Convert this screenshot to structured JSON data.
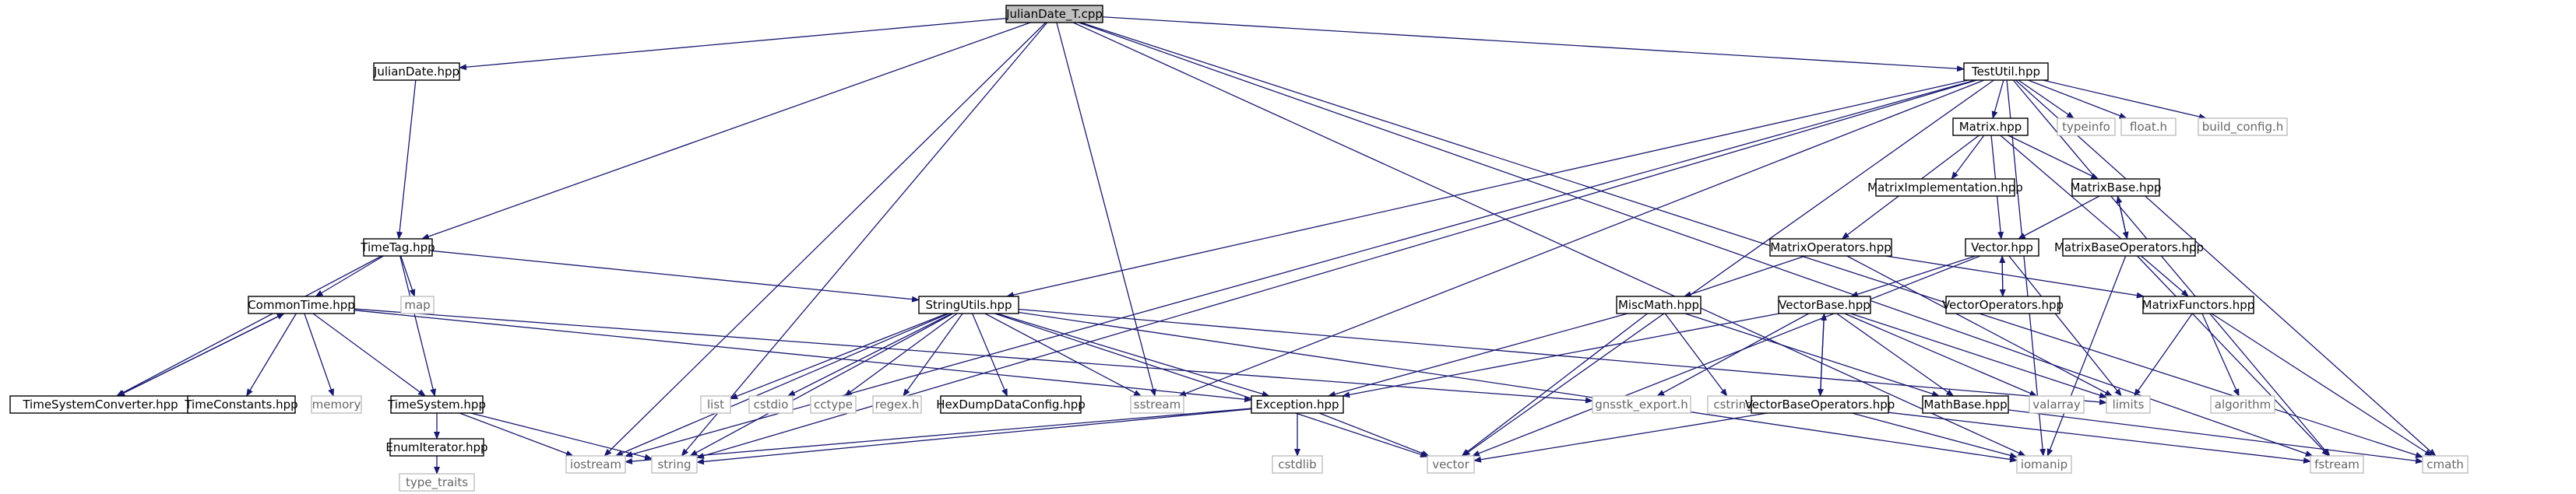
{
  "colors": {
    "edge": "#191970",
    "root_fill": "#bfbfbf",
    "project_border": "#000000",
    "system_border": "#bfbfbf",
    "system_text": "#666666"
  },
  "nodes": [
    {
      "id": "JulianDate_T",
      "label": "JulianDate_T.cpp",
      "kind": "root"
    },
    {
      "id": "JulianDate",
      "label": "JulianDate.hpp",
      "kind": "project"
    },
    {
      "id": "TestUtil",
      "label": "TestUtil.hpp",
      "kind": "project"
    },
    {
      "id": "typeinfo",
      "label": "typeinfo",
      "kind": "system"
    },
    {
      "id": "float_h",
      "label": "float.h",
      "kind": "system"
    },
    {
      "id": "build_config",
      "label": "build_config.h",
      "kind": "system"
    },
    {
      "id": "Matrix",
      "label": "Matrix.hpp",
      "kind": "project"
    },
    {
      "id": "MatrixImplementation",
      "label": "MatrixImplementation.hpp",
      "kind": "project"
    },
    {
      "id": "MatrixBase",
      "label": "MatrixBase.hpp",
      "kind": "project"
    },
    {
      "id": "TimeTag",
      "label": "TimeTag.hpp",
      "kind": "project"
    },
    {
      "id": "map",
      "label": "map",
      "kind": "system"
    },
    {
      "id": "MatrixOperators",
      "label": "MatrixOperators.hpp",
      "kind": "project"
    },
    {
      "id": "Vector",
      "label": "Vector.hpp",
      "kind": "project"
    },
    {
      "id": "MatrixBaseOperators",
      "label": "MatrixBaseOperators.hpp",
      "kind": "project"
    },
    {
      "id": "CommonTime",
      "label": "CommonTime.hpp",
      "kind": "project"
    },
    {
      "id": "StringUtils",
      "label": "StringUtils.hpp",
      "kind": "project"
    },
    {
      "id": "VectorOperators",
      "label": "VectorOperators.hpp",
      "kind": "project"
    },
    {
      "id": "MiscMath",
      "label": "MiscMath.hpp",
      "kind": "project"
    },
    {
      "id": "VectorBase",
      "label": "VectorBase.hpp",
      "kind": "project"
    },
    {
      "id": "MatrixFunctors",
      "label": "MatrixFunctors.hpp",
      "kind": "project"
    },
    {
      "id": "TimeSystemConverter",
      "label": "TimeSystemConverter.hpp",
      "kind": "project"
    },
    {
      "id": "TimeConstants",
      "label": "TimeConstants.hpp",
      "kind": "project"
    },
    {
      "id": "memory",
      "label": "memory",
      "kind": "system"
    },
    {
      "id": "TimeSystem",
      "label": "TimeSystem.hpp",
      "kind": "project"
    },
    {
      "id": "list",
      "label": "list",
      "kind": "system"
    },
    {
      "id": "cstdio",
      "label": "cstdio",
      "kind": "system"
    },
    {
      "id": "cctype",
      "label": "cctype",
      "kind": "system"
    },
    {
      "id": "regex_h",
      "label": "regex.h",
      "kind": "system"
    },
    {
      "id": "HexDumpDataConfig",
      "label": "HexDumpDataConfig.hpp",
      "kind": "project"
    },
    {
      "id": "sstream",
      "label": "sstream",
      "kind": "system"
    },
    {
      "id": "Exception",
      "label": "Exception.hpp",
      "kind": "project"
    },
    {
      "id": "gnsstk_export",
      "label": "gnsstk_export.h",
      "kind": "system"
    },
    {
      "id": "cstring",
      "label": "cstring",
      "kind": "system"
    },
    {
      "id": "VectorBaseOperators",
      "label": "VectorBaseOperators.hpp",
      "kind": "project"
    },
    {
      "id": "MathBase",
      "label": "MathBase.hpp",
      "kind": "project"
    },
    {
      "id": "valarray",
      "label": "valarray",
      "kind": "system"
    },
    {
      "id": "limits",
      "label": "limits",
      "kind": "system"
    },
    {
      "id": "algorithm",
      "label": "algorithm",
      "kind": "system"
    },
    {
      "id": "EnumIterator",
      "label": "EnumIterator.hpp",
      "kind": "project"
    },
    {
      "id": "iostream",
      "label": "iostream",
      "kind": "system"
    },
    {
      "id": "string",
      "label": "string",
      "kind": "system"
    },
    {
      "id": "cstdlib",
      "label": "cstdlib",
      "kind": "system"
    },
    {
      "id": "vector",
      "label": "vector",
      "kind": "system"
    },
    {
      "id": "iomanip",
      "label": "iomanip",
      "kind": "system"
    },
    {
      "id": "fstream",
      "label": "fstream",
      "kind": "system"
    },
    {
      "id": "cmath",
      "label": "cmath",
      "kind": "system"
    },
    {
      "id": "type_traits",
      "label": "type_traits",
      "kind": "system"
    }
  ],
  "edges": [
    [
      "JulianDate_T",
      "JulianDate"
    ],
    [
      "JulianDate_T",
      "TestUtil"
    ],
    [
      "JulianDate_T",
      "TimeTag"
    ],
    [
      "JulianDate_T",
      "iostream"
    ],
    [
      "JulianDate_T",
      "string"
    ],
    [
      "JulianDate_T",
      "sstream"
    ],
    [
      "JulianDate_T",
      "fstream"
    ],
    [
      "JulianDate_T",
      "cmath"
    ],
    [
      "JulianDate_T",
      "iomanip"
    ],
    [
      "JulianDate",
      "TimeTag"
    ],
    [
      "TestUtil",
      "typeinfo"
    ],
    [
      "TestUtil",
      "float_h"
    ],
    [
      "TestUtil",
      "build_config"
    ],
    [
      "TestUtil",
      "Matrix"
    ],
    [
      "TestUtil",
      "StringUtils"
    ],
    [
      "TestUtil",
      "sstream"
    ],
    [
      "TestUtil",
      "iostream"
    ],
    [
      "TestUtil",
      "string"
    ],
    [
      "TestUtil",
      "vector"
    ],
    [
      "TestUtil",
      "fstream"
    ],
    [
      "TestUtil",
      "cmath"
    ],
    [
      "TestUtil",
      "iomanip"
    ],
    [
      "Matrix",
      "MatrixImplementation"
    ],
    [
      "Matrix",
      "MatrixBase"
    ],
    [
      "Matrix",
      "MatrixOperators"
    ],
    [
      "Matrix",
      "Vector"
    ],
    [
      "Matrix",
      "MatrixFunctors"
    ],
    [
      "MatrixBase",
      "Vector"
    ],
    [
      "MatrixBase",
      "MatrixBaseOperators"
    ],
    [
      "MatrixBaseOperators",
      "MatrixBase"
    ],
    [
      "MatrixBaseOperators",
      "iomanip"
    ],
    [
      "MatrixBaseOperators",
      "fstream"
    ],
    [
      "MatrixOperators",
      "MiscMath"
    ],
    [
      "MatrixOperators",
      "MatrixFunctors"
    ],
    [
      "MatrixOperators",
      "limits"
    ],
    [
      "Vector",
      "VectorOperators"
    ],
    [
      "Vector",
      "VectorBase"
    ],
    [
      "Vector",
      "vector"
    ],
    [
      "Vector",
      "limits"
    ],
    [
      "VectorOperators",
      "Vector"
    ],
    [
      "MiscMath",
      "Exception"
    ],
    [
      "MiscMath",
      "MathBase"
    ],
    [
      "MiscMath",
      "vector"
    ],
    [
      "MiscMath",
      "cstring"
    ],
    [
      "VectorBase",
      "Exception"
    ],
    [
      "VectorBase",
      "gnsstk_export"
    ],
    [
      "VectorBase",
      "VectorBaseOperators"
    ],
    [
      "VectorBase",
      "MathBase"
    ],
    [
      "VectorBase",
      "valarray"
    ],
    [
      "VectorBase",
      "limits"
    ],
    [
      "VectorBaseOperators",
      "VectorBase"
    ],
    [
      "VectorBaseOperators",
      "vector"
    ],
    [
      "VectorBaseOperators",
      "iomanip"
    ],
    [
      "VectorBaseOperators",
      "fstream"
    ],
    [
      "MathBase",
      "cmath"
    ],
    [
      "MatrixFunctors",
      "limits"
    ],
    [
      "MatrixFunctors",
      "algorithm"
    ],
    [
      "MatrixFunctors",
      "cmath"
    ],
    [
      "TimeTag",
      "map"
    ],
    [
      "TimeTag",
      "CommonTime"
    ],
    [
      "TimeTag",
      "TimeSystem"
    ],
    [
      "TimeTag",
      "TimeSystemConverter"
    ],
    [
      "TimeTag",
      "StringUtils"
    ],
    [
      "CommonTime",
      "TimeSystemConverter"
    ],
    [
      "CommonTime",
      "TimeConstants"
    ],
    [
      "CommonTime",
      "memory"
    ],
    [
      "CommonTime",
      "TimeSystem"
    ],
    [
      "CommonTime",
      "Exception"
    ],
    [
      "CommonTime",
      "gnsstk_export"
    ],
    [
      "TimeSystemConverter",
      "CommonTime"
    ],
    [
      "TimeSystem",
      "EnumIterator"
    ],
    [
      "TimeSystem",
      "iostream"
    ],
    [
      "TimeSystem",
      "string"
    ],
    [
      "EnumIterator",
      "type_traits"
    ],
    [
      "StringUtils",
      "list"
    ],
    [
      "StringUtils",
      "cstdio"
    ],
    [
      "StringUtils",
      "cctype"
    ],
    [
      "StringUtils",
      "regex_h"
    ],
    [
      "StringUtils",
      "HexDumpDataConfig"
    ],
    [
      "StringUtils",
      "sstream"
    ],
    [
      "StringUtils",
      "Exception"
    ],
    [
      "StringUtils",
      "string"
    ],
    [
      "StringUtils",
      "iostream"
    ],
    [
      "StringUtils",
      "vector"
    ],
    [
      "StringUtils",
      "limits"
    ],
    [
      "StringUtils",
      "iomanip"
    ],
    [
      "Exception",
      "cstdlib"
    ],
    [
      "Exception",
      "vector"
    ],
    [
      "Exception",
      "string"
    ],
    [
      "Exception",
      "iostream"
    ]
  ]
}
